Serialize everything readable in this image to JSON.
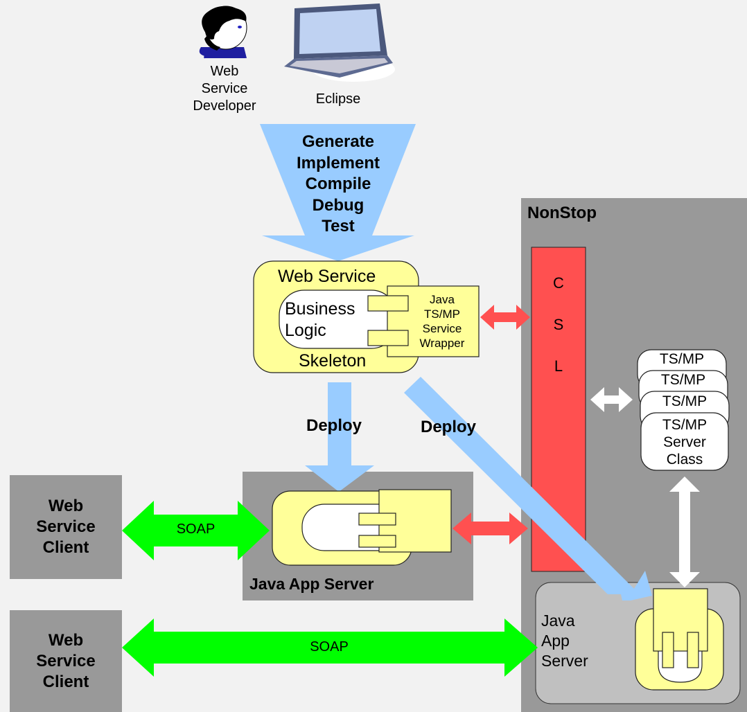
{
  "actors": {
    "developer": {
      "line1": "Web",
      "line2": "Service",
      "line3": "Developer"
    },
    "eclipse": "Eclipse"
  },
  "funnel": {
    "steps": [
      "Generate",
      "Implement",
      "Compile",
      "Debug",
      "Test"
    ]
  },
  "web_service": {
    "title": "Web Service",
    "business_logic_line1": "Business",
    "business_logic_line2": "Logic",
    "skeleton": "Skeleton",
    "wrapper_lines": [
      "Java",
      "TS/MP",
      "Service",
      "Wrapper"
    ]
  },
  "deploy_labels": {
    "left": "Deploy",
    "right": "Deploy"
  },
  "nonstop": {
    "title": "NonStop",
    "csl_letters": [
      "C",
      "S",
      "L"
    ],
    "tsmp_stack": [
      "TS/MP",
      "TS/MP",
      "TS/MP"
    ],
    "tsmp_front": {
      "line1": "TS/MP",
      "line2": "Server",
      "line3": "Class"
    },
    "java_app_server": {
      "line1": "Java",
      "line2": "App",
      "line3": "Server"
    }
  },
  "java_app_server_box": {
    "label": "Java App Server"
  },
  "clients": [
    {
      "line1": "Web",
      "line2": "Service",
      "line3": "Client",
      "soap_label": "SOAP"
    },
    {
      "line1": "Web",
      "line2": "Service",
      "line3": "Client",
      "soap_label": "SOAP"
    }
  ],
  "colors": {
    "background": "#f2f2f2",
    "box_gray": "#999999",
    "nonstop_inner_gray": "#c0c0c0",
    "component_yellow": "#ffff99",
    "csl_red": "#ff5050",
    "flow_blue": "#99ccff",
    "soap_green": "#00ff00",
    "connector_red": "#ff5050",
    "connector_white": "#ffffff"
  }
}
